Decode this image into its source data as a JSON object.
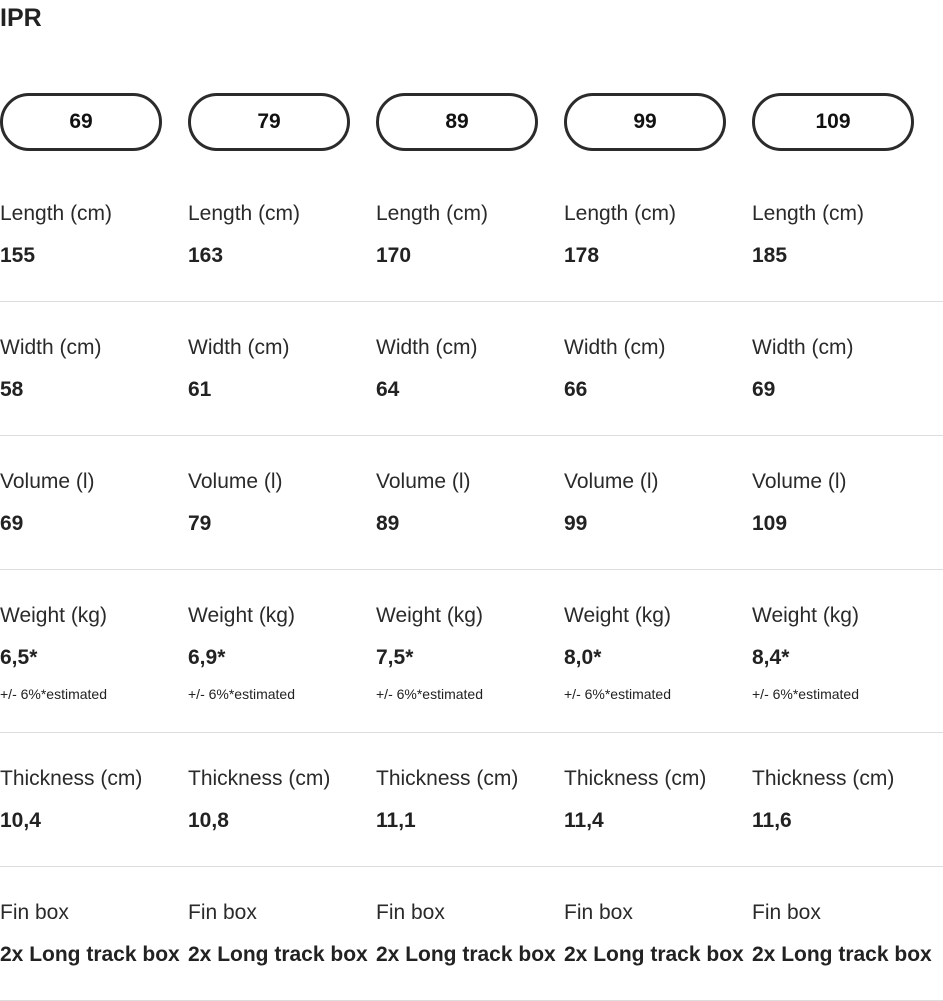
{
  "title": "IPR",
  "sizes": [
    "69",
    "79",
    "89",
    "99",
    "109"
  ],
  "rows": [
    {
      "label": "Length (cm)",
      "values": [
        "155",
        "163",
        "170",
        "178",
        "185"
      ]
    },
    {
      "label": "Width (cm)",
      "values": [
        "58",
        "61",
        "64",
        "66",
        "69"
      ]
    },
    {
      "label": "Volume (l)",
      "values": [
        "69",
        "79",
        "89",
        "99",
        "109"
      ]
    },
    {
      "label": "Weight (kg)",
      "values": [
        "6,5*",
        "6,9*",
        "7,5*",
        "8,0*",
        "8,4*"
      ],
      "note": "+/- 6%*estimated"
    },
    {
      "label": "Thickness (cm)",
      "values": [
        "10,4",
        "10,8",
        "11,1",
        "11,4",
        "11,6"
      ]
    },
    {
      "label": "Fin box",
      "values": [
        "2x Long track box",
        "2x Long track box",
        "2x Long track box",
        "2x Long track box",
        "2x Long track box"
      ]
    }
  ]
}
